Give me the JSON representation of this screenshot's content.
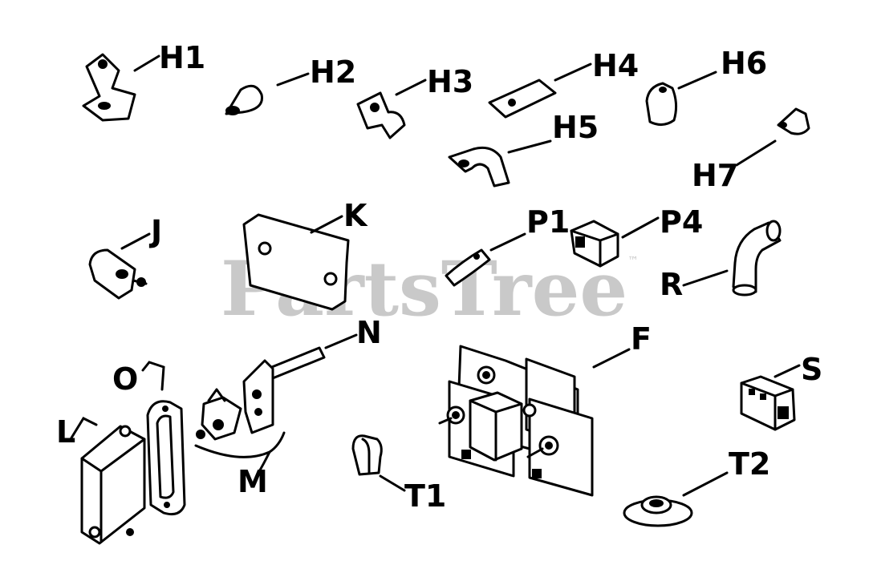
{
  "watermark": {
    "text": "PartsTree",
    "trademark": "™"
  },
  "labels": {
    "h1": "H1",
    "h2": "H2",
    "h3": "H3",
    "h4": "H4",
    "h5": "H5",
    "h6": "H6",
    "h7": "H7",
    "j": "J",
    "k": "K",
    "p1": "P1",
    "p4": "P4",
    "r": "R",
    "o": "O",
    "l": "L",
    "m": "M",
    "n": "N",
    "f": "F",
    "s": "S",
    "t1": "T1",
    "t2": "T2"
  },
  "colors": {
    "line": "#000000",
    "watermark": "#c9c9c9",
    "background": "#ffffff"
  }
}
